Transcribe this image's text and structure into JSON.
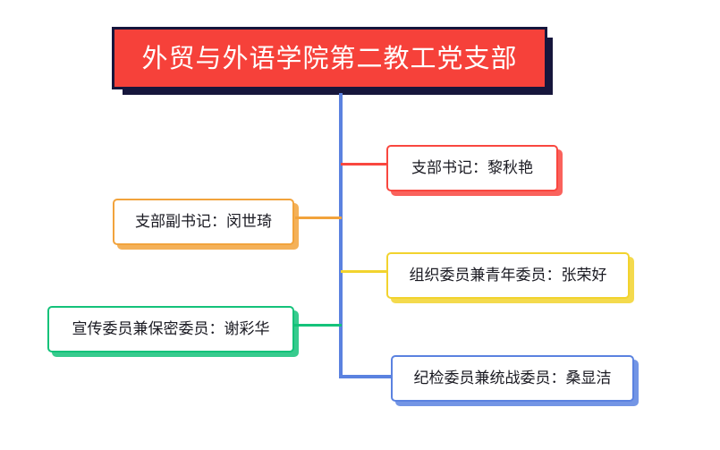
{
  "diagram": {
    "type": "organization-chart",
    "title": "外贸与外语学院第二教工党支部",
    "background_color": "#ffffff",
    "trunk_color": "#5b82e0",
    "root": {
      "label": "外贸与外语学院第二教工党支部",
      "fill_color": "#f6413a",
      "text_color": "#ffffff",
      "border_color": "#16163c"
    },
    "nodes": [
      {
        "label": "支部书记：黎秋艳",
        "role": "支部书记",
        "name": "黎秋艳",
        "color": "#f9473f",
        "side": "right"
      },
      {
        "label": "支部副书记：闵世琦",
        "role": "支部副书记",
        "name": "闵世琦",
        "color": "#f2a33c",
        "side": "left"
      },
      {
        "label": "组织委员兼青年委员：张荣好",
        "role": "组织委员兼青年委员",
        "name": "张荣好",
        "color": "#f2d32e",
        "side": "right"
      },
      {
        "label": "宣传委员兼保密委员：谢彩华",
        "role": "宣传委员兼保密委员",
        "name": "谢彩华",
        "color": "#14c27a",
        "side": "left"
      },
      {
        "label": "纪检委员兼统战委员：桑显洁",
        "role": "纪检委员兼统战委员",
        "name": "桑显洁",
        "color": "#5b82e0",
        "side": "right"
      }
    ]
  }
}
